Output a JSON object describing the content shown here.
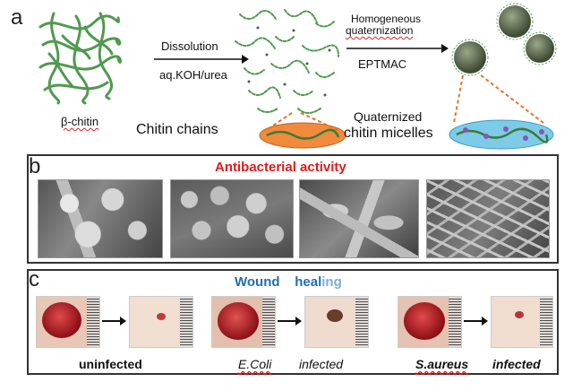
{
  "panel_a": {
    "letter": "a",
    "beta_chitin_label": "β-chitin",
    "arrow1_top": "Dissolution",
    "arrow1_bottom": "aq.KOH/urea",
    "chains_label": "Chitin chains",
    "arrow2_top_line1": "Homogeneous",
    "arrow2_top_line2": "quaternization",
    "arrow2_bottom": "EPTMAC",
    "micelles_line1": "Quaternized",
    "micelles_line2": "chitin  micelles",
    "colors": {
      "fiber": "#4f9a4f",
      "disc_orange": "#f08a3c",
      "disc_blue": "#7ecbe8",
      "dashed": "#e07828",
      "sphere": "#5d6d4f",
      "bead": "#8a55b5"
    }
  },
  "panel_b": {
    "letter": "b",
    "title": "Antibacterial activity",
    "title_color": "#e01a1a"
  },
  "panel_c": {
    "letter": "c",
    "title_word1": "Wound",
    "title_word2": "heal",
    "title_word3": "ing",
    "title_color": "#1f6fb2",
    "caption_uninfected": "uninfected",
    "caption_ecoli": "E.Coli",
    "caption_ecoli_infected": "infected",
    "caption_saureus": "S.aureus",
    "caption_saureus_infected": "infected"
  }
}
